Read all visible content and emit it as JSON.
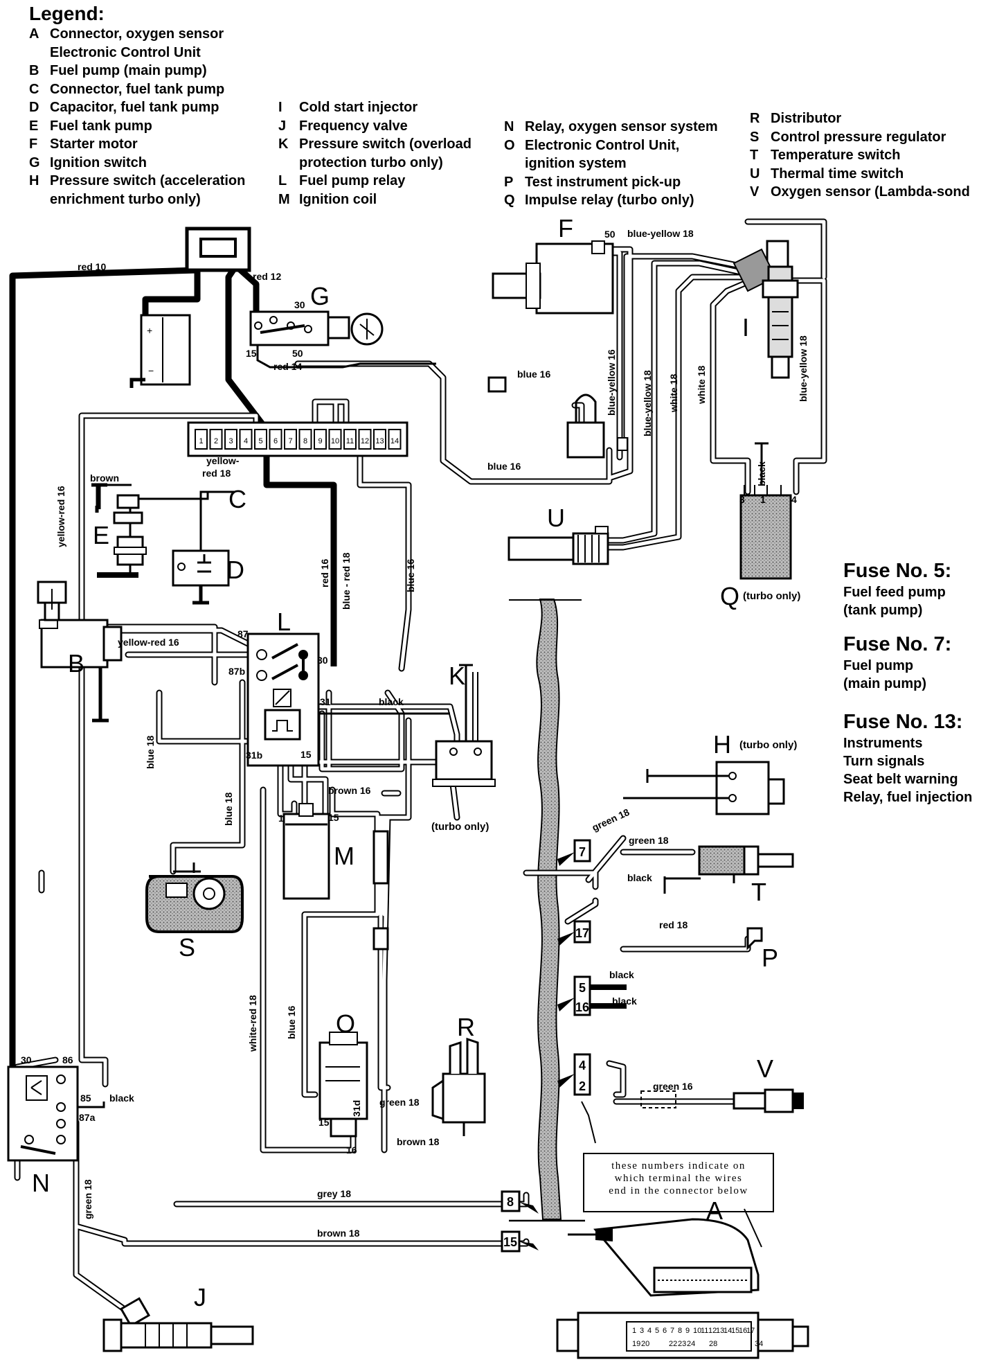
{
  "legend": {
    "title": "Legend:",
    "col1": [
      {
        "key": "A",
        "text": "Connector, oxygen sensor"
      },
      {
        "key": "",
        "text": "Electronic Control Unit"
      },
      {
        "key": "B",
        "text": "Fuel pump (main pump)"
      },
      {
        "key": "C",
        "text": "Connector, fuel tank pump"
      },
      {
        "key": "D",
        "text": "Capacitor, fuel tank pump"
      },
      {
        "key": "E",
        "text": "Fuel tank pump"
      },
      {
        "key": "F",
        "text": "Starter motor"
      },
      {
        "key": "G",
        "text": "Ignition switch"
      },
      {
        "key": "H",
        "text": "Pressure switch (acceleration"
      },
      {
        "key": "",
        "text": "enrichment turbo only)"
      }
    ],
    "col2": [
      {
        "key": "I",
        "text": "Cold start injector"
      },
      {
        "key": "J",
        "text": "Frequency valve"
      },
      {
        "key": "K",
        "text": "Pressure switch (overload"
      },
      {
        "key": "",
        "text": "protection turbo only)"
      },
      {
        "key": "L",
        "text": "Fuel pump relay"
      },
      {
        "key": "M",
        "text": "Ignition coil"
      }
    ],
    "col3": [
      {
        "key": "N",
        "text": "Relay, oxygen sensor system"
      },
      {
        "key": "O",
        "text": "Electronic Control Unit,"
      },
      {
        "key": "",
        "text": "ignition system"
      },
      {
        "key": "P",
        "text": "Test instrument pick-up"
      },
      {
        "key": "Q",
        "text": "Impulse relay (turbo only)"
      }
    ],
    "col4": [
      {
        "key": "R",
        "text": "Distributor"
      },
      {
        "key": "S",
        "text": "Control pressure regulator"
      },
      {
        "key": "T",
        "text": "Temperature switch"
      },
      {
        "key": "U",
        "text": "Thermal time switch"
      },
      {
        "key": "V",
        "text": "Oxygen sensor (Lambda-sond"
      }
    ]
  },
  "fuses": [
    {
      "heading": "Fuse No. 5:",
      "lines": [
        "Fuel feed pump",
        "(tank pump)"
      ]
    },
    {
      "heading": "Fuse No. 7:",
      "lines": [
        "Fuel pump",
        "(main pump)"
      ]
    },
    {
      "heading": "Fuse No. 13:",
      "lines": [
        "Instruments",
        "Turn signals",
        "Seat belt warning",
        "Relay, fuel injection"
      ]
    }
  ],
  "note_lines": [
    "these numbers indicate on",
    "which terminal the wires",
    "end in the connector below"
  ],
  "components": {
    "A": "A",
    "B": "B",
    "C": "C",
    "D": "D",
    "E": "E",
    "F": "F",
    "G": "G",
    "H": "H",
    "I": "I",
    "J": "J",
    "K": "K",
    "L": "L",
    "M": "M",
    "N": "N",
    "O": "O",
    "P": "P",
    "Q": "Q",
    "R": "R",
    "S": "S",
    "T": "T",
    "U": "U",
    "V": "V"
  },
  "tags": {
    "turbo_only": "(turbo only)"
  },
  "terminals": {
    "g30": "30",
    "g15": "15",
    "g50": "50",
    "f50": "50",
    "l87": "87",
    "l87b": "87b",
    "l30": "30",
    "l31": "31",
    "l31b": "31b",
    "l15": "15",
    "m1": "1",
    "m15": "15",
    "n30": "30",
    "n86": "86",
    "n85": "85",
    "n87a": "87a",
    "o15": "15",
    "o16": "16",
    "o31d": "31d",
    "q3": "3",
    "q1": "1",
    "q4": "4"
  },
  "wires": {
    "red10": "red 10",
    "red12": "red 12",
    "red14": "red 14",
    "red16": "red 16",
    "red18": "red 18",
    "blueyellow18": "blue-yellow 18",
    "blueyellow16": "blue-yellow 16",
    "blueyellow18v": "blue-yellow 18",
    "blueyellow18i": "blue-yellow 18",
    "blue16a": "blue 16",
    "blue16b": "blue 16",
    "blue16c": "blue 16",
    "blue16d": "blue 16",
    "white18a": "white 18",
    "white18b": "white 18",
    "black_q": "black",
    "black_k": "black",
    "black_n": "black",
    "black_t": "black",
    "black_5": "black",
    "black_16": "black",
    "yellowred16v": "yellow-red 16",
    "yellowred16h": "yellow-red 16",
    "yellowred18a": "yellow-",
    "yellowred18b": "red 18",
    "brown": "brown",
    "brown16": "brown 16",
    "brown18a": "brown 18",
    "brown18b": "brown 18",
    "bluered18": "blue - red 18",
    "blue18a": "blue 18",
    "blue18b": "blue 18",
    "whitered18": "white-red 18",
    "green18a": "green 18",
    "green18b": "green 18",
    "green18c": "green 18",
    "green18d": "green 18",
    "green16": "green 16",
    "grey18": "grey 18"
  },
  "fusebox_slots": [
    "1",
    "2",
    "3",
    "4",
    "5",
    "6",
    "7",
    "8",
    "9",
    "10",
    "11",
    "12",
    "13",
    "14"
  ],
  "conn_terminals": {
    "t7": "7",
    "t17": "17",
    "t5": "5",
    "t16": "16",
    "t4": "4",
    "t2": "2",
    "t8": "8",
    "t15": "15"
  },
  "connector_row1": [
    "1",
    "3",
    "4",
    "5",
    "6",
    "7",
    "8",
    "9",
    "10",
    "11",
    "12",
    "13",
    "14",
    "15",
    "16",
    "17"
  ],
  "connector_row2": [
    "19",
    "20",
    "22",
    "23",
    "24",
    "28",
    "34"
  ]
}
